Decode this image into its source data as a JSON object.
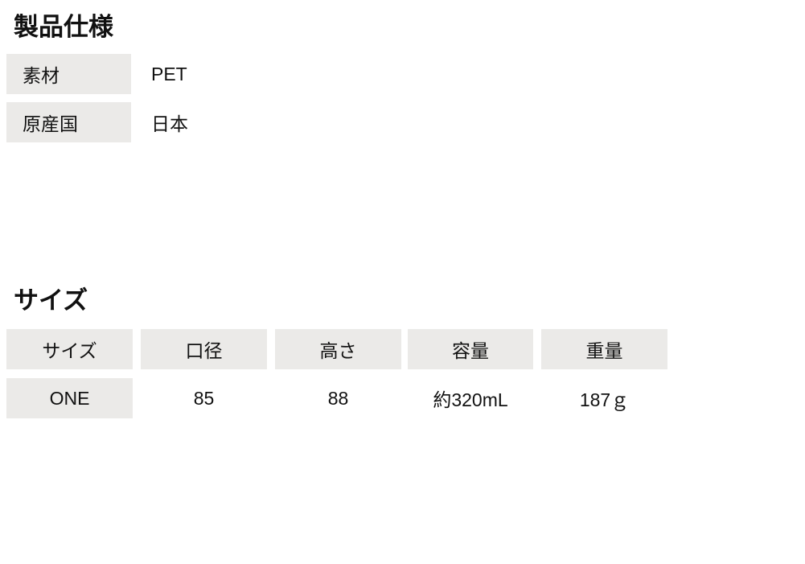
{
  "spec": {
    "title": "製品仕様",
    "rows": [
      {
        "label": "素材",
        "value": "PET"
      },
      {
        "label": "原産国",
        "value": "日本"
      }
    ]
  },
  "size": {
    "title": "サイズ",
    "headers": [
      "サイズ",
      "口径",
      "高さ",
      "容量",
      "重量"
    ],
    "row": [
      "ONE",
      "85",
      "88",
      "約320mL",
      "187ｇ"
    ]
  }
}
